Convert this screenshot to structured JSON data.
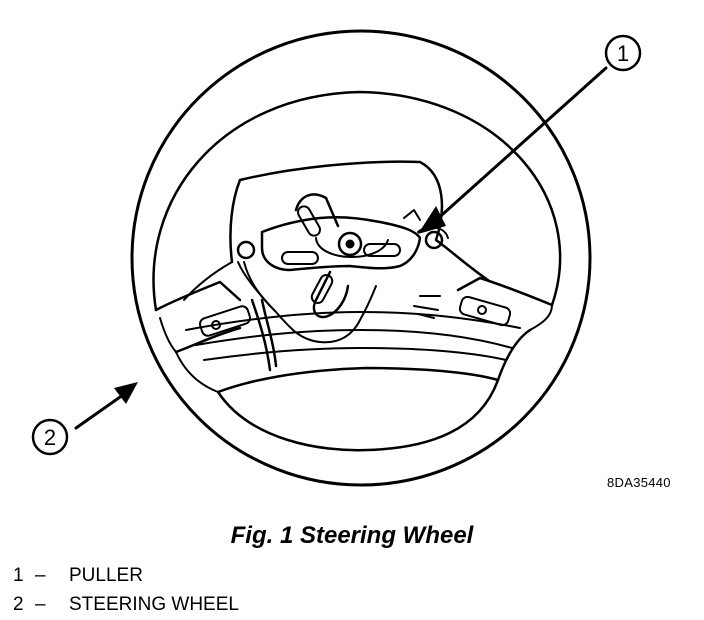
{
  "figure": {
    "callouts": [
      {
        "number": "1",
        "label": "PULLER"
      },
      {
        "number": "2",
        "label": "STEERING WHEEL"
      }
    ],
    "image_code": "8DA35440",
    "caption": "Fig. 1 Steering Wheel"
  },
  "legend": {
    "separator": "–",
    "items": [
      {
        "number": "1",
        "label": "PULLER"
      },
      {
        "number": "2",
        "label": "STEERING WHEEL"
      }
    ]
  }
}
